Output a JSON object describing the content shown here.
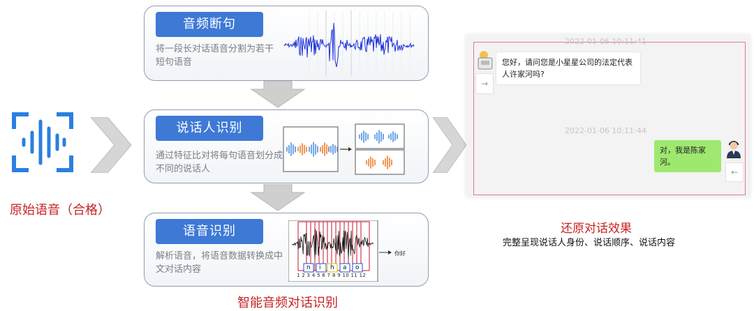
{
  "source": {
    "label": "原始语音（合格）",
    "icon": "voice-waveform-icon"
  },
  "pipeline": {
    "caption": "智能音频对话识别",
    "steps": [
      {
        "title": "音频断句",
        "description": "将一段长对话语音分割为若干短句语音",
        "illustration": "waveform-segmentation"
      },
      {
        "title": "说话人识别",
        "description": "通过特征比对将每句语音划分成不同的说话人",
        "illustration": "speaker-clustering"
      },
      {
        "title": "语音识别",
        "description": "解析语音，将语音数据转换成中文对话内容",
        "illustration": "speech-to-text",
        "segment_letters": [
          "n",
          "i",
          "h",
          "a",
          "o"
        ],
        "frame_numbers": "1 2 3 4 5 6 7 8 9 10 11 12",
        "output_text": "你好"
      }
    ]
  },
  "result": {
    "title": "还原对话效果",
    "subtitle": "完整呈现说话人身份、说话顺序、说话内容",
    "chat": {
      "top_timestamp": "2022-01-06 10:11:41",
      "mid_timestamp": "2022-01-06 10:11:44",
      "messages": [
        {
          "side": "left",
          "avatar": "operator-avatar-icon",
          "text": "您好，请问您是小星星公司的法定代表人许家河吗?"
        },
        {
          "side": "right",
          "avatar": "person-avatar-icon",
          "text": "对，我是陈家河。"
        }
      ]
    }
  },
  "colors": {
    "accent_blue": "#3e79d6",
    "caption_red": "#c72222",
    "wave_blue": "#1a2fd8",
    "speaker_a": "#4b8fe0",
    "speaker_b": "#ef7d2a",
    "reply_green": "#9fe870",
    "frame_red": "#c8102e"
  }
}
